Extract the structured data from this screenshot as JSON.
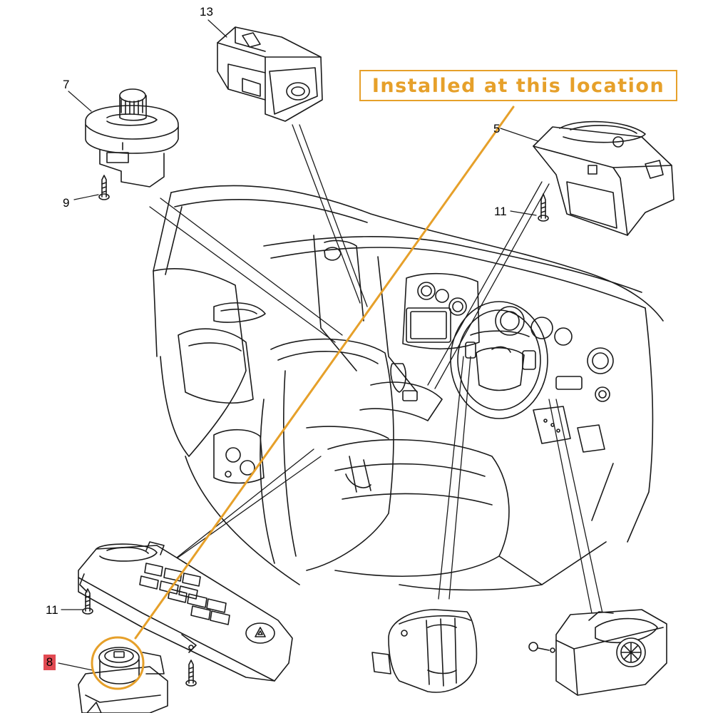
{
  "banner": {
    "text": "Installed at this location",
    "color": "#e6a02a"
  },
  "callouts": {
    "c13": "13",
    "c7": "7",
    "c5": "5",
    "c9": "9",
    "c11_top": "11",
    "c11_bottom": "11",
    "c8": "8"
  },
  "highlight": {
    "label_color": "#e24a52",
    "ring_color": "#e6a02a"
  },
  "icons": [
    "knob-switch-icon",
    "start-stop-button-icon",
    "hazard-triangle-icon",
    "screw-icon",
    "air-vent-icon",
    "steering-wheel-icon"
  ]
}
